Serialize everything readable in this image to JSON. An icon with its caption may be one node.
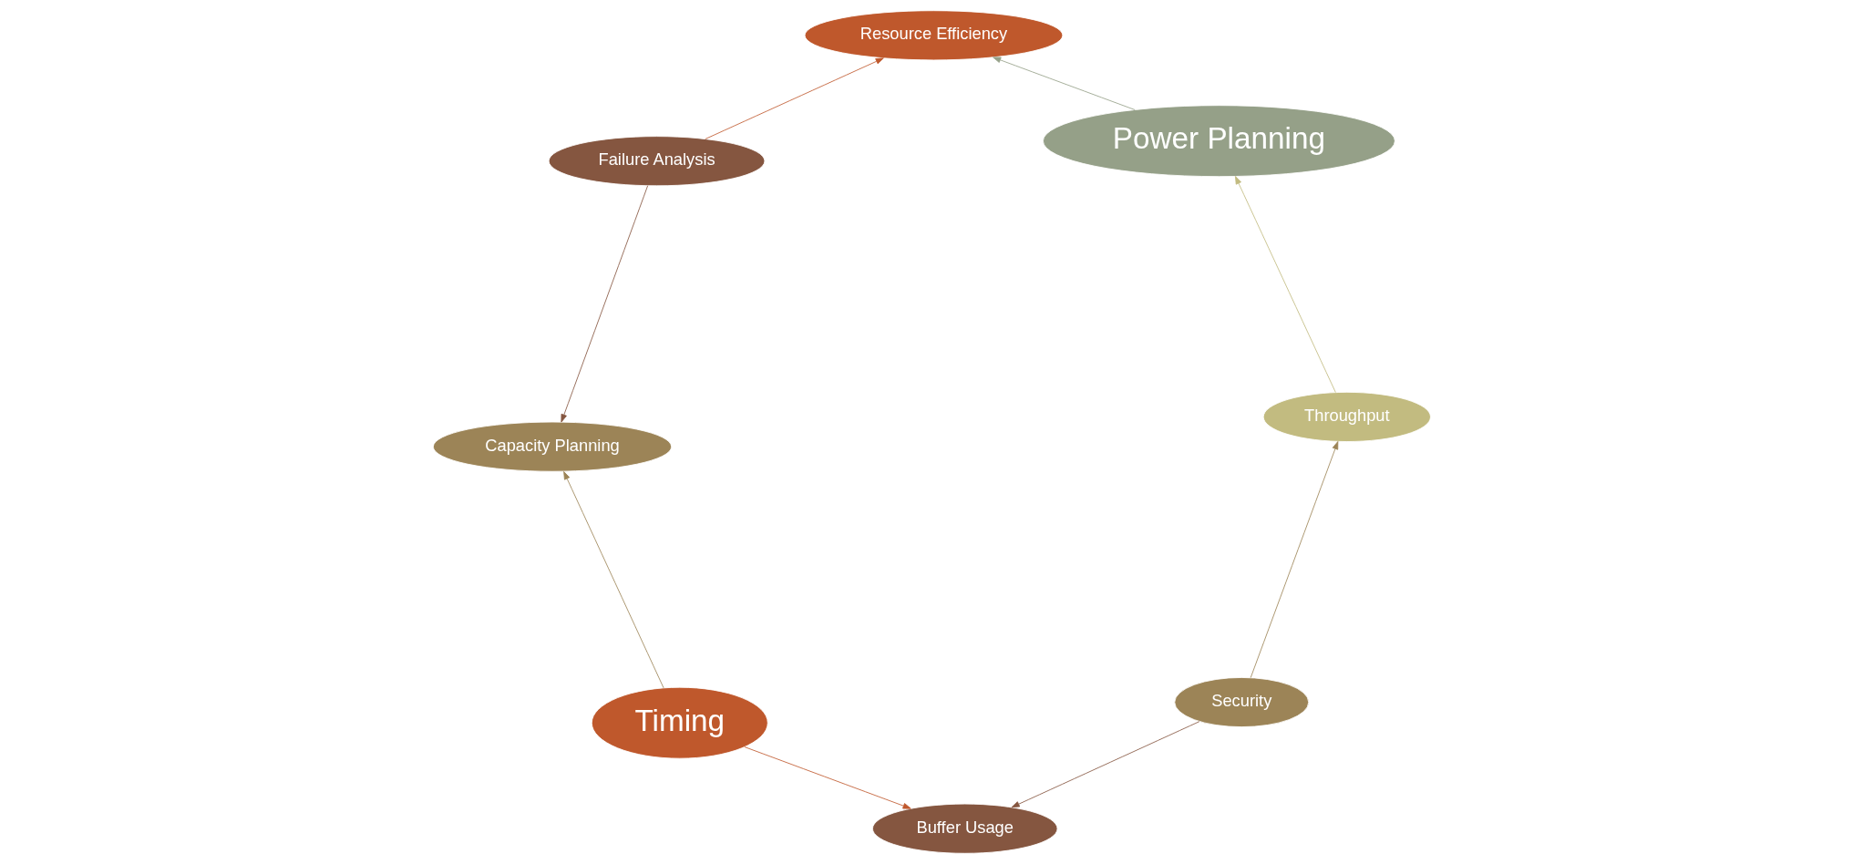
{
  "diagram": {
    "nodes": [
      {
        "text": [
          "Timing"
        ]
      },
      {
        "text": [
          "Capacity Planning"
        ]
      },
      {
        "text": [
          "Buffer Usage"
        ]
      },
      {
        "text": [
          "Failure Analysis"
        ]
      },
      {
        "text": [
          "Security"
        ]
      },
      {
        "text": [
          "Throughput"
        ]
      },
      {
        "text": [
          "Resource Efficiency"
        ]
      },
      {
        "text": [
          "Power Planning"
        ]
      }
    ],
    "edges": [
      {
        "from": 0,
        "to": 1,
        "arrow": "to",
        "color": "#9c8457"
      },
      {
        "from": 0,
        "to": 2,
        "arrow": "to",
        "color": "#bf582c"
      },
      {
        "from": 3,
        "to": 1,
        "arrow": "to",
        "color": "#855640"
      },
      {
        "from": 3,
        "to": 6,
        "arrow": "to",
        "color": "#bf582c"
      },
      {
        "from": 4,
        "to": 2,
        "arrow": "to",
        "color": "#855640"
      },
      {
        "from": 4,
        "to": 5,
        "arrow": "to",
        "color": "#9c8457"
      },
      {
        "from": 5,
        "to": 7,
        "arrow": "to",
        "color": "#c2bb80"
      },
      {
        "from": 7,
        "to": 6,
        "arrow": "to",
        "color": "#95a088"
      }
    ]
  }
}
